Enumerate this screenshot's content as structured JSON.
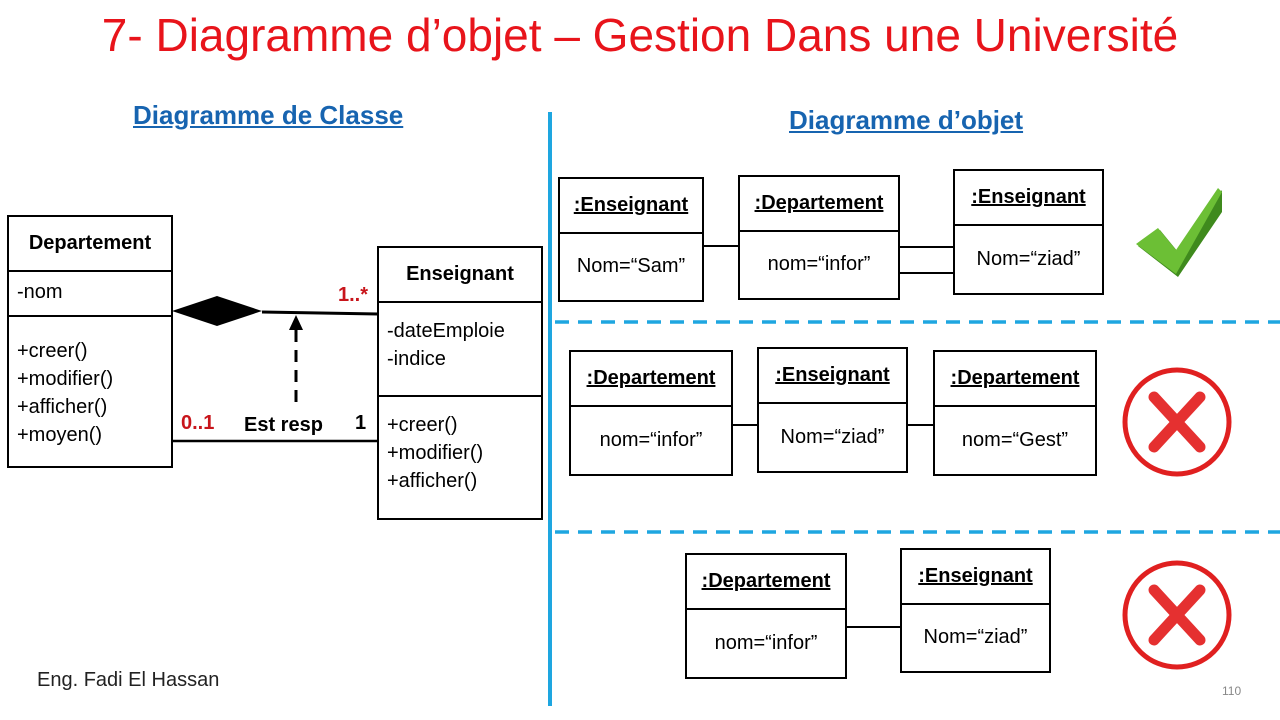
{
  "title": "7- Diagramme d’objet – Gestion Dans une Université",
  "left_section": {
    "title": "Diagramme de Classe",
    "class_departement": {
      "name": "Departement",
      "attributes": "-nom",
      "methods": "+creer()\n+modifier()\n+afficher()\n+moyen()"
    },
    "class_enseignant": {
      "name": "Enseignant",
      "attributes": "-dateEmploie\n-indice",
      "methods": "+creer()\n+modifier()\n+afficher()"
    },
    "composition_multiplicity": "1..*",
    "association_multiplicity_left": "0..1",
    "association_multiplicity_right": "1",
    "association_label": "Est resp"
  },
  "right_section": {
    "title": "Diagramme d’objet",
    "rows": [
      {
        "verdict": "valid",
        "verdict_icon": "check-icon",
        "objects": [
          {
            "name": ":Enseignant",
            "attr": "Nom=“Sam”"
          },
          {
            "name": ":Departement",
            "attr": "nom=“infor”"
          },
          {
            "name": ":Enseignant",
            "attr": "Nom=“ziad”"
          }
        ]
      },
      {
        "verdict": "invalid",
        "verdict_icon": "cross-icon",
        "objects": [
          {
            "name": ":Departement",
            "attr": "nom=“infor”"
          },
          {
            "name": ":Enseignant",
            "attr": "Nom=“ziad”"
          },
          {
            "name": ":Departement",
            "attr": "nom=“Gest”"
          }
        ]
      },
      {
        "verdict": "invalid",
        "verdict_icon": "cross-icon",
        "objects": [
          {
            "name": ":Departement",
            "attr": "nom=“infor”"
          },
          {
            "name": ":Enseignant",
            "attr": "Nom=“ziad”"
          }
        ]
      }
    ]
  },
  "colors": {
    "title": "#e8141b",
    "section_title": "#1764b0",
    "divider": "#1ea6e0",
    "multiplicity_red": "#c8151b",
    "check_green": "#5aa829",
    "cross_red": "#e02020"
  },
  "footer": {
    "author": "Eng. Fadi El Hassan",
    "page": "110"
  }
}
